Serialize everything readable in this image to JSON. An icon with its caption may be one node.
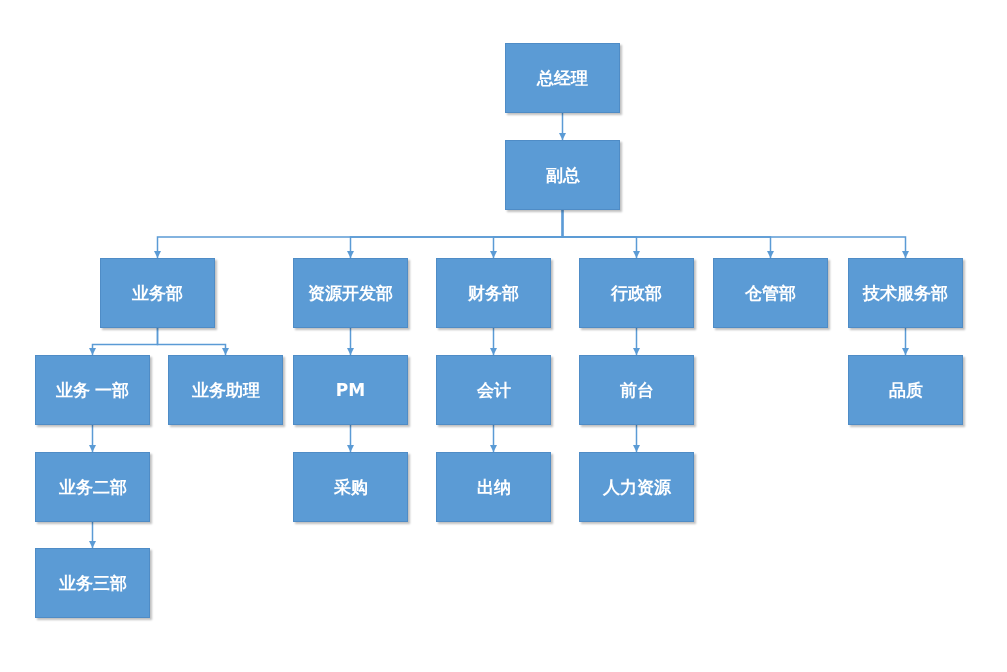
{
  "diagram": {
    "nodes": [
      {
        "text": [
          "总经理"
        ]
      },
      {
        "text": [
          "副总"
        ]
      },
      {
        "text": [
          "业务部"
        ]
      },
      {
        "text": [
          "资源开发部"
        ]
      },
      {
        "text": [
          "财务部"
        ]
      },
      {
        "text": [
          "行政部"
        ]
      },
      {
        "text": [
          "仓管部"
        ]
      },
      {
        "text": [
          "技术服务部"
        ]
      },
      {
        "text": [
          "业务 一部"
        ]
      },
      {
        "text": [
          "业务助理"
        ]
      },
      {
        "text": [
          "业务二部"
        ]
      },
      {
        "text": [
          "业务三部"
        ]
      },
      {
        "text": [
          "PM"
        ]
      },
      {
        "text": [
          "采购"
        ]
      },
      {
        "text": [
          "会计"
        ]
      },
      {
        "text": [
          "出纳"
        ]
      },
      {
        "text": [
          "前台"
        ]
      },
      {
        "text": [
          "人力资源"
        ]
      },
      {
        "text": [
          "品质"
        ]
      }
    ],
    "edges": [
      {
        "from": 0,
        "to": 1,
        "arrow": "to"
      },
      {
        "from": 1,
        "to": 2,
        "arrow": "to"
      },
      {
        "from": 1,
        "to": 3,
        "arrow": "to"
      },
      {
        "from": 1,
        "to": 4,
        "arrow": "to"
      },
      {
        "from": 1,
        "to": 5,
        "arrow": "to"
      },
      {
        "from": 1,
        "to": 6,
        "arrow": "to"
      },
      {
        "from": 1,
        "to": 7,
        "arrow": "to"
      },
      {
        "from": 2,
        "to": 8,
        "arrow": "to"
      },
      {
        "from": 2,
        "to": 9,
        "arrow": "to"
      },
      {
        "from": 8,
        "to": 10,
        "arrow": "to"
      },
      {
        "from": 10,
        "to": 11,
        "arrow": "to"
      },
      {
        "from": 3,
        "to": 12,
        "arrow": "to"
      },
      {
        "from": 12,
        "to": 13,
        "arrow": "to"
      },
      {
        "from": 4,
        "to": 14,
        "arrow": "to"
      },
      {
        "from": 14,
        "to": 15,
        "arrow": "to"
      },
      {
        "from": 5,
        "to": 16,
        "arrow": "to"
      },
      {
        "from": 16,
        "to": 17,
        "arrow": "to"
      },
      {
        "from": 7,
        "to": 18,
        "arrow": "to"
      }
    ]
  }
}
